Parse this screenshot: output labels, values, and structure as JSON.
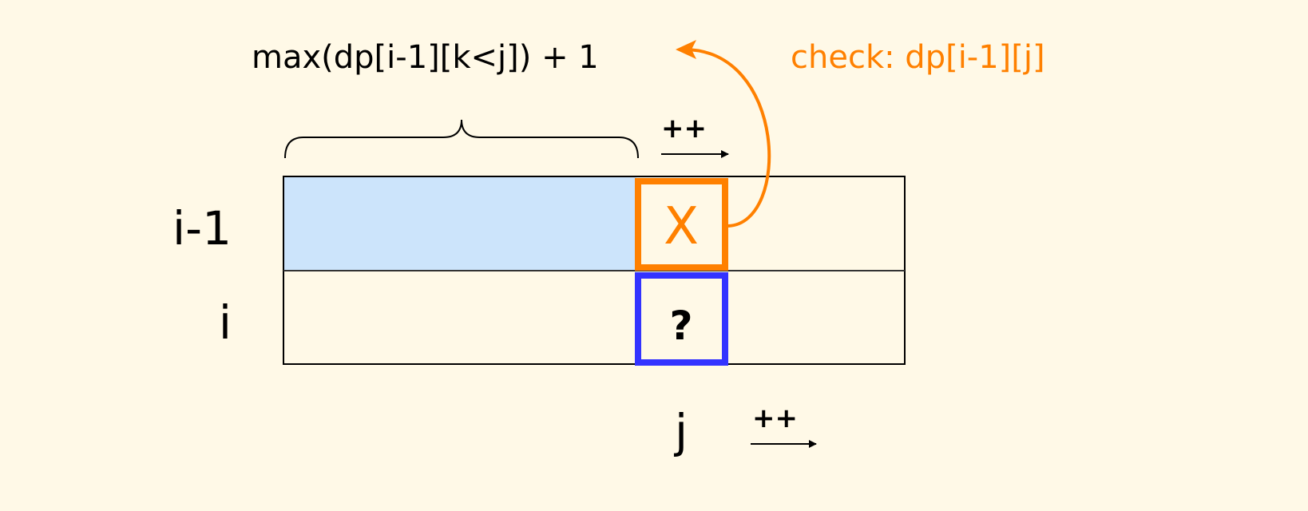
{
  "formula_label": "max(dp[i-1][k<j]) + 1",
  "check_label": "check: dp[i-1][j]",
  "row_labels": [
    "i-1",
    "i"
  ],
  "col_label": "j",
  "increment_top": "++",
  "increment_bottom": "++",
  "cell_prev": "X",
  "cell_current": "?",
  "colors": {
    "background": "#FFF9E7",
    "range_fill": "#CCE4FB",
    "check": "#FF8000",
    "current": "#3333FF",
    "ink": "#000000"
  }
}
